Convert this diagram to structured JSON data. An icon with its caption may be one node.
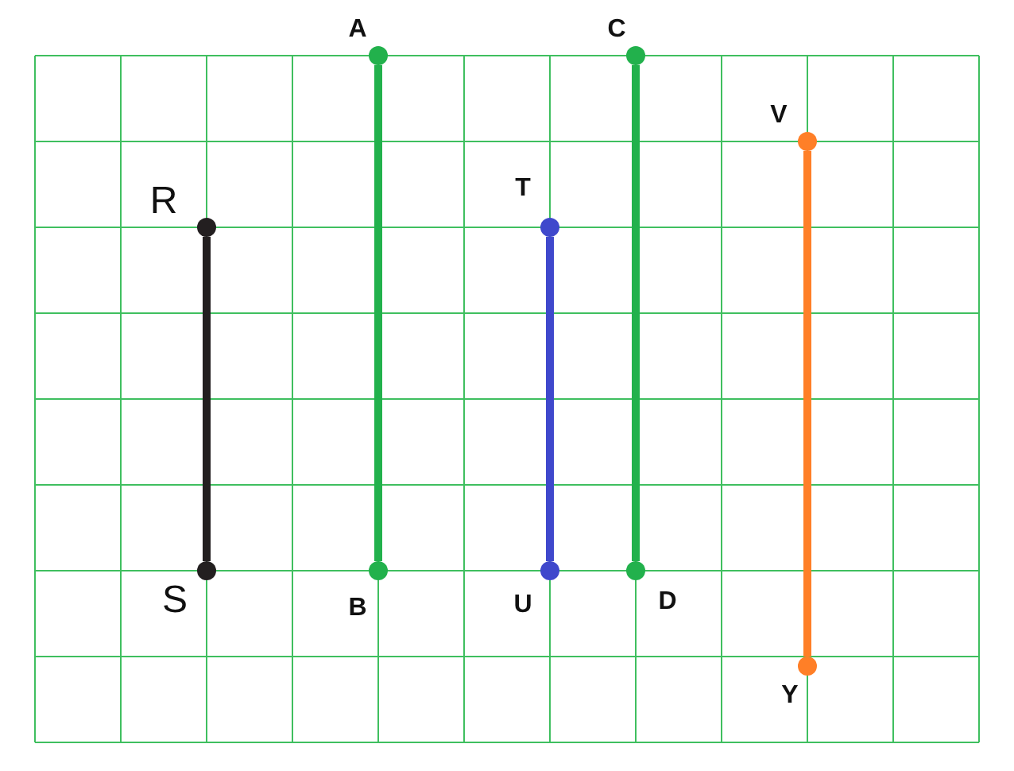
{
  "diagram": {
    "nodes": [
      {
        "text": [
          "R"
        ]
      },
      {
        "text": [
          "S"
        ]
      },
      {
        "text": [
          "A"
        ]
      },
      {
        "text": [
          "B"
        ]
      },
      {
        "text": [
          "T"
        ]
      },
      {
        "text": [
          "U"
        ]
      },
      {
        "text": [
          "C"
        ]
      },
      {
        "text": [
          "D"
        ]
      },
      {
        "text": [
          "V"
        ]
      },
      {
        "text": [
          "Y"
        ]
      }
    ],
    "edges": [
      {
        "from": 0,
        "to": 1,
        "arrow": "none",
        "color": "#231f20"
      },
      {
        "from": 2,
        "to": 3,
        "arrow": "none",
        "color": "#22b14c"
      },
      {
        "from": 4,
        "to": 5,
        "arrow": "none",
        "color": "#3f48cc"
      },
      {
        "from": 6,
        "to": 7,
        "arrow": "none",
        "color": "#22b14c"
      },
      {
        "from": 8,
        "to": 9,
        "arrow": "none",
        "color": "#ff7f27"
      }
    ]
  }
}
